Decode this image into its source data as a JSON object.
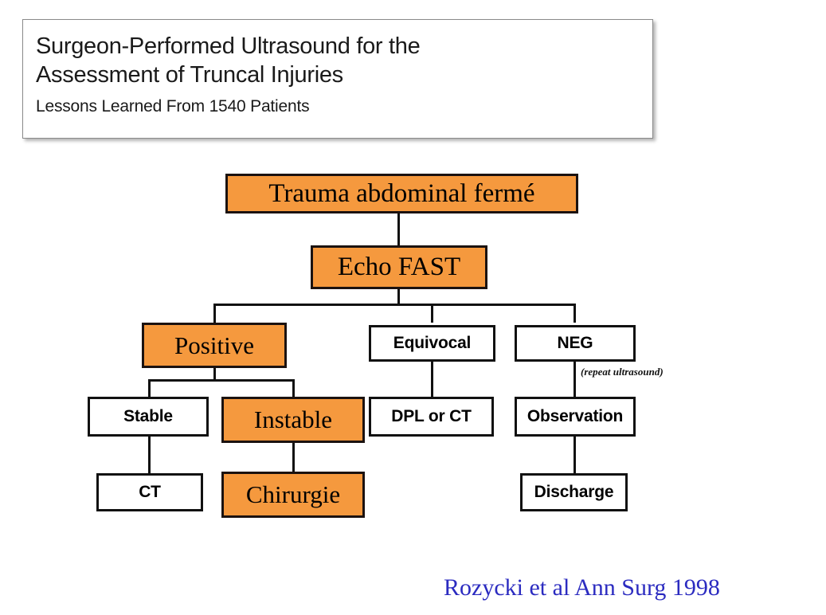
{
  "title_card": {
    "main": "Surgeon-Performed Ultrasound for the\nAssessment of Truncal Injuries",
    "subtitle": "Lessons Learned From 1540 Patients"
  },
  "flowchart": {
    "nodes": {
      "root": "Trauma abdominal fermé",
      "fast": "Echo FAST",
      "positive": "Positive",
      "equivocal": "Equivocal",
      "neg": "NEG",
      "stable": "Stable",
      "instable": "Instable",
      "dpl_or_ct": "DPL or CT",
      "observation": "Observation",
      "ct": "CT",
      "chirurgie": "Chirurgie",
      "discharge": "Discharge"
    },
    "annotations": {
      "repeat_ultrasound": "(repeat ultrasound)"
    }
  },
  "citation": "Rozycki et al Ann Surg 1998",
  "colors": {
    "highlight_orange": "#F5993E",
    "box_border": "#111111",
    "citation_blue": "#2B2BC0",
    "background": "#FFFFFF"
  }
}
